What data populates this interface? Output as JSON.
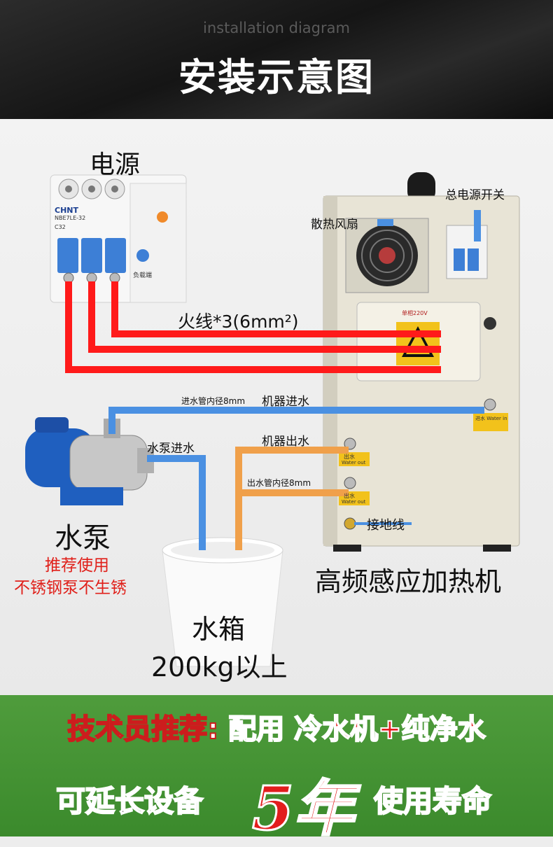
{
  "header": {
    "subtitle": "installation diagram",
    "title": "安装示意图"
  },
  "breaker": {
    "section_label": "电源",
    "brand": "CHNT",
    "model": "NBE7LE-32",
    "rating": "C32",
    "load_text": "负载端"
  },
  "machine": {
    "name": "高频感应加热机",
    "fan_label": "散热风扇",
    "main_switch_label": "总电源开关",
    "ground_label": "接地线",
    "voltage_label": "单相220V",
    "water_in_tag": "进水 Water in",
    "water_out_tag": "出水",
    "water_out_en": "Water out"
  },
  "wires": {
    "live_label": "火线*3(6mm²)"
  },
  "pipes": {
    "inlet_spec": "进水管内径8mm",
    "inlet_label": "机器进水",
    "pump_inlet": "水泵进水",
    "outlet_label": "机器出水",
    "outlet_spec": "出水管内径8mm"
  },
  "pump": {
    "label": "水泵",
    "note1": "推荐使用",
    "note2": "不锈钢泵不生锈"
  },
  "tank": {
    "label": "水箱",
    "capacity": "200kg以上"
  },
  "footer": {
    "line1_a": "技术员推荐:",
    "line1_b": "配用",
    "line1_c": "冷水机+纯净水",
    "line2_a": "可延长设备",
    "line2_big": "5年",
    "line2_b": "使用寿命"
  },
  "colors": {
    "live_wire": "#ff1a1a",
    "water_in_pipe": "#4a90e2",
    "water_out_pipe": "#f0a04a",
    "footer_green": "#45933a"
  }
}
